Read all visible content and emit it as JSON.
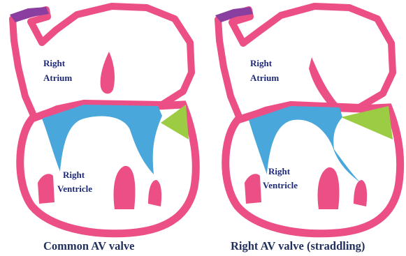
{
  "diagrams": [
    {
      "caption": "Common AV valve",
      "atrium_label": [
        "Right",
        "Atrium"
      ],
      "ventricle_label": [
        "Right",
        "Ventricle"
      ]
    },
    {
      "caption": "Right AV valve (straddling)",
      "atrium_label": [
        "Right",
        "Atrium"
      ],
      "ventricle_label": [
        "Right",
        "Ventricle"
      ]
    }
  ],
  "colors": {
    "myocardium": "#ec4f86",
    "valve": "#4aa7dc",
    "outflow": "#9ccc44",
    "vessel": "#8a3fa0",
    "label": "#1f2a78",
    "caption": "#22305e",
    "background": "#ffffff"
  }
}
